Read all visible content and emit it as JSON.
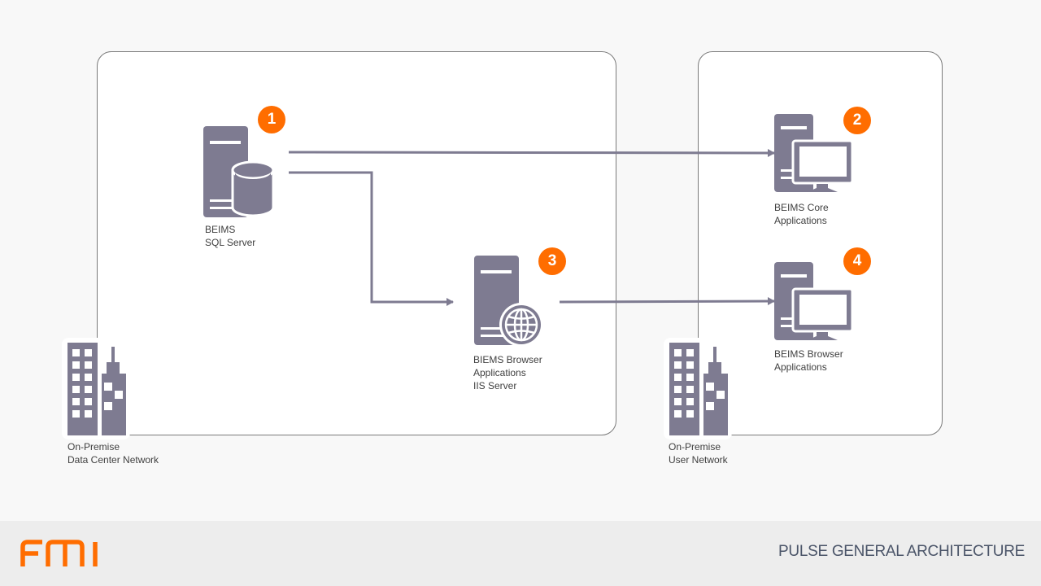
{
  "zones": [
    {
      "name": "data-center-zone",
      "label": "On-Premise\nData Center Network"
    },
    {
      "name": "user-zone",
      "label": "On-Premise\nUser Network"
    }
  ],
  "nodes": {
    "sql": {
      "badge": "1",
      "label": "BEIMS\nSQL Server",
      "icon": "database-server-icon"
    },
    "core": {
      "badge": "2",
      "label": "BEIMS Core\nApplications",
      "icon": "workstation-icon"
    },
    "iis": {
      "badge": "3",
      "label": "BIEMS Browser\nApplications\nIIS Server",
      "icon": "web-server-icon"
    },
    "browser": {
      "badge": "4",
      "label": "BEIMS Browser\nApplications",
      "icon": "workstation-icon"
    }
  },
  "connections": [
    {
      "from": "sql",
      "to": "core"
    },
    {
      "from": "sql",
      "to": "iis"
    },
    {
      "from": "iis",
      "to": "browser"
    }
  ],
  "footer": {
    "logo": "FMI",
    "title": "PULSE GENERAL ARCHITECTURE"
  },
  "colors": {
    "accent": "#ff6d00",
    "icon": "#7e7b91",
    "line": "#7e7b91",
    "title": "#4a5468"
  }
}
